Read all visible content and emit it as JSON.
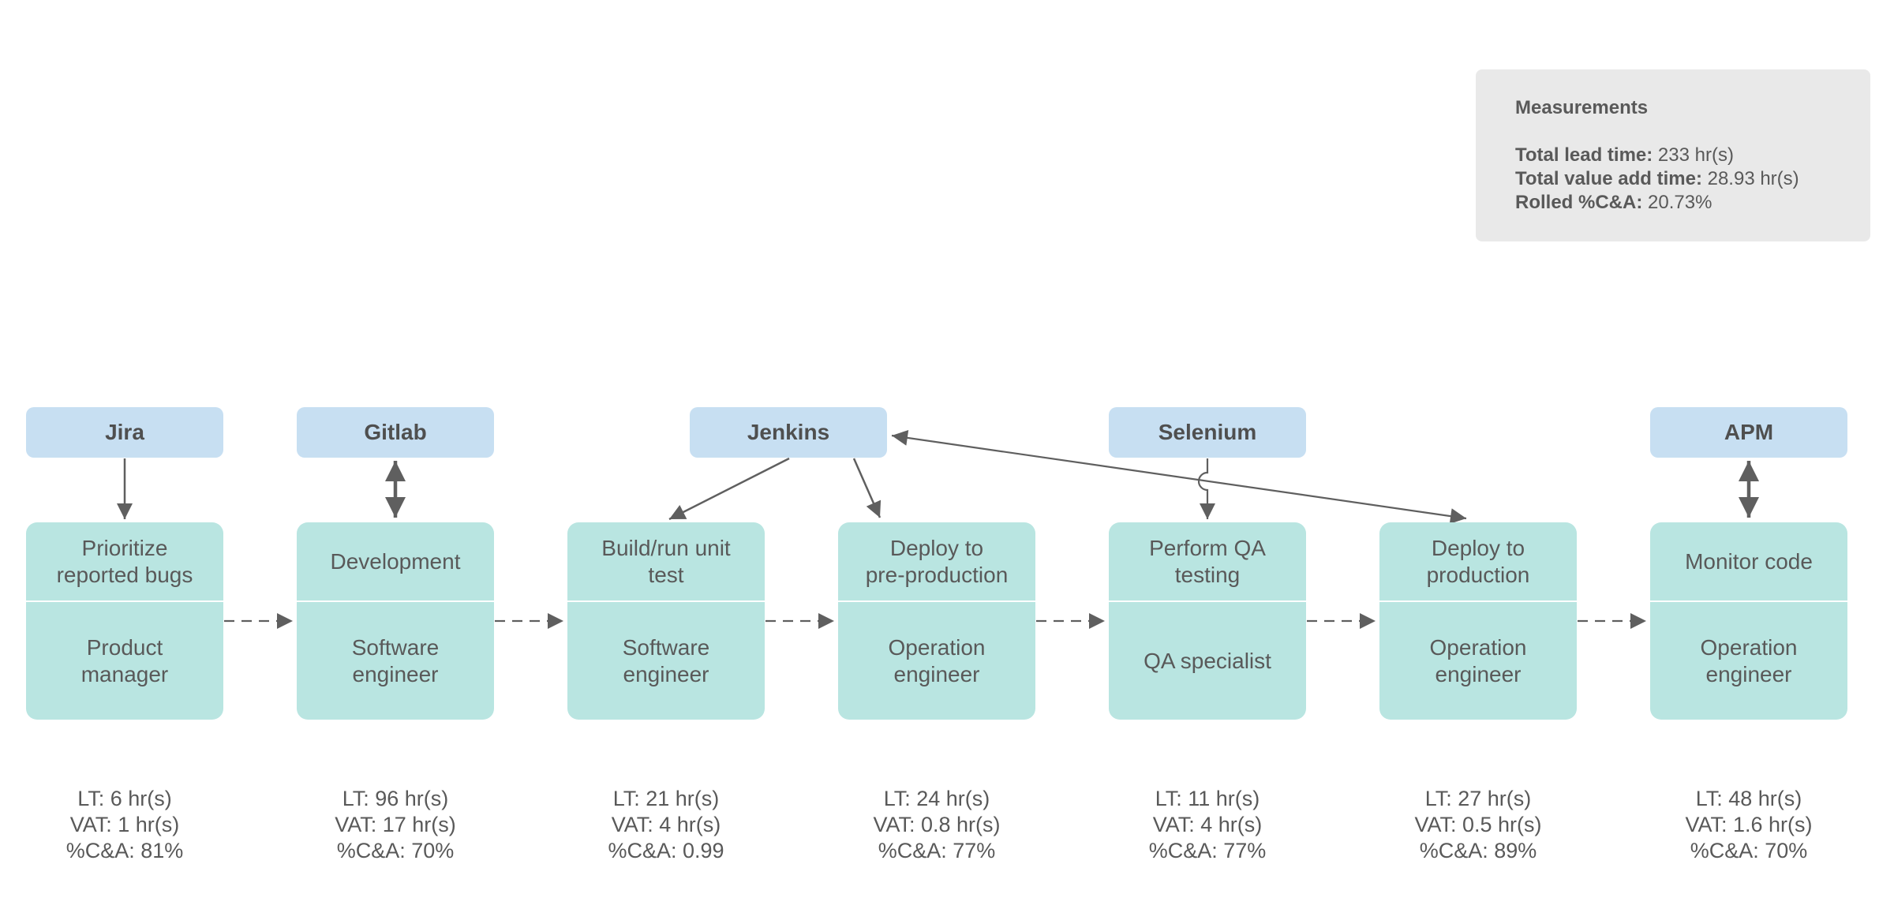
{
  "measurements": {
    "title": "Measurements",
    "lines": [
      {
        "label": "Total lead time:",
        "value": "233 hr(s)"
      },
      {
        "label": "Total value add time:",
        "value": "28.93 hr(s)"
      },
      {
        "label": "Rolled %C&A:",
        "value": "20.73%"
      }
    ]
  },
  "tools": [
    {
      "label": "Jira"
    },
    {
      "label": "Gitlab"
    },
    {
      "label": "Jenkins"
    },
    {
      "label": "Selenium"
    },
    {
      "label": "APM"
    }
  ],
  "columns": [
    {
      "task_lines": [
        "Prioritize",
        "reported bugs"
      ],
      "role_lines": [
        "Product",
        "manager"
      ],
      "metrics": [
        "LT: 6 hr(s)",
        "VAT: 1 hr(s)",
        "%C&A: 81%"
      ]
    },
    {
      "task_lines": [
        "Development"
      ],
      "role_lines": [
        "Software",
        "engineer"
      ],
      "metrics": [
        "LT: 96 hr(s)",
        "VAT: 17 hr(s)",
        "%C&A: 70%"
      ]
    },
    {
      "task_lines": [
        "Build/run unit",
        "test"
      ],
      "role_lines": [
        "Software",
        "engineer"
      ],
      "metrics": [
        "LT: 21 hr(s)",
        "VAT: 4 hr(s)",
        "%C&A: 0.99"
      ]
    },
    {
      "task_lines": [
        "Deploy to",
        "pre-production"
      ],
      "role_lines": [
        "Operation",
        "engineer"
      ],
      "metrics": [
        "LT: 24 hr(s)",
        "VAT: 0.8 hr(s)",
        "%C&A: 77%"
      ]
    },
    {
      "task_lines": [
        "Perform QA",
        "testing"
      ],
      "role_lines": [
        "QA specialist"
      ],
      "metrics": [
        "LT: 11 hr(s)",
        "VAT: 4 hr(s)",
        "%C&A: 77%"
      ]
    },
    {
      "task_lines": [
        "Deploy to",
        "production"
      ],
      "role_lines": [
        "Operation",
        "engineer"
      ],
      "metrics": [
        "LT: 27 hr(s)",
        "VAT: 0.5 hr(s)",
        "%C&A: 89%"
      ]
    },
    {
      "task_lines": [
        "Monitor code"
      ],
      "role_lines": [
        "Operation",
        "engineer"
      ],
      "metrics": [
        "LT: 48 hr(s)",
        "VAT: 1.6 hr(s)",
        "%C&A: 70%"
      ]
    }
  ],
  "colors": {
    "tool_fill": "#c7dff2",
    "process_fill": "#b9e5e1",
    "panel_fill": "#e9e9e9",
    "connector": "#5f5f5f",
    "text": "#595959"
  }
}
